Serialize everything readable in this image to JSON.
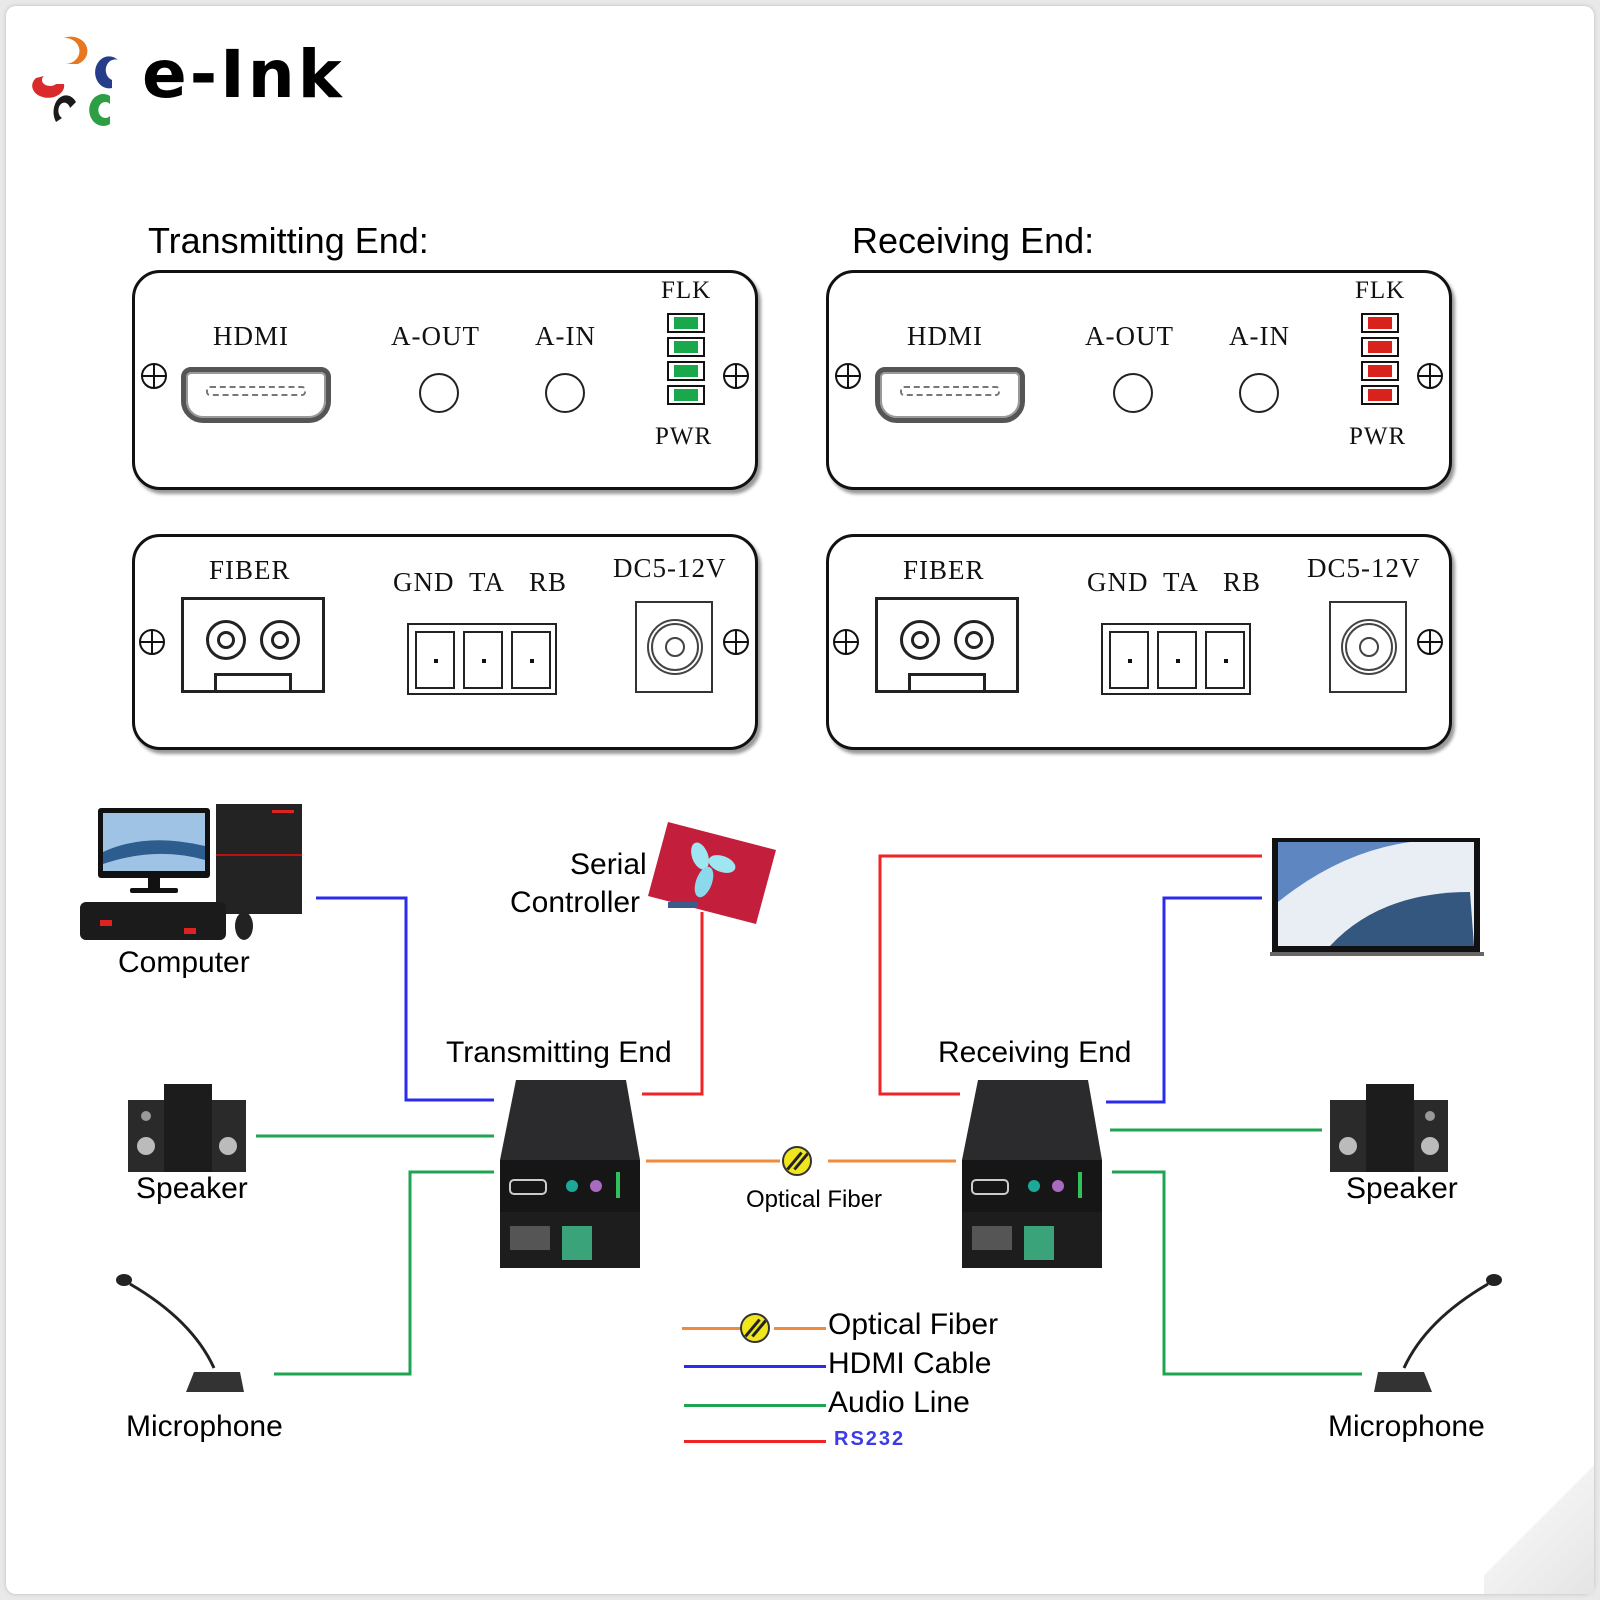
{
  "brand": {
    "name": "e-Ink",
    "logo_colors": [
      "#e87722",
      "#d92b2b",
      "#263d8a",
      "#1a1a1a",
      "#2e9e44"
    ]
  },
  "panels": {
    "transmitting": {
      "title": "Transmitting End:",
      "front": {
        "hdmi_label": "HDMI",
        "aout_label": "A-OUT",
        "ain_label": "A-IN",
        "flk_label": "FLK",
        "pwr_label": "PWR",
        "led_color": "#19a84a",
        "led_count": 4
      },
      "rear": {
        "fiber_label": "FIBER",
        "terminal_labels": [
          "GND",
          "TA",
          "RB"
        ],
        "power_label": "DC5-12V"
      }
    },
    "receiving": {
      "title": "Receiving End:",
      "front": {
        "hdmi_label": "HDMI",
        "aout_label": "A-OUT",
        "ain_label": "A-IN",
        "flk_label": "FLK",
        "pwr_label": "PWR",
        "led_color": "#d8231c",
        "led_count": 4
      },
      "rear": {
        "fiber_label": "FIBER",
        "terminal_labels": [
          "GND",
          "TA",
          "RB"
        ],
        "power_label": "DC5-12V"
      }
    }
  },
  "diagram": {
    "devices": {
      "computer": "Computer",
      "serial_controller_line1": "Serial",
      "serial_controller_line2": "Controller",
      "speaker_left": "Speaker",
      "microphone_left": "Microphone",
      "transmitting_end": "Transmitting End",
      "receiving_end": "Receiving End",
      "speaker_right": "Speaker",
      "microphone_right": "Microphone",
      "optical_fiber": "Optical Fiber"
    },
    "colors": {
      "optical_fiber": "#f08a3c",
      "hdmi": "#2b2bf0",
      "audio": "#1fa552",
      "rs232": "#f02424"
    }
  },
  "legend": [
    {
      "label": "Optical Fiber",
      "color": "#f08a3c",
      "icon": "fiber-connector-icon"
    },
    {
      "label": "HDMI Cable",
      "color": "#2b2bf0"
    },
    {
      "label": "Audio Line",
      "color": "#1fa552"
    },
    {
      "label": "RS232",
      "color": "#f02424",
      "label_color": "#3b3bea"
    }
  ]
}
